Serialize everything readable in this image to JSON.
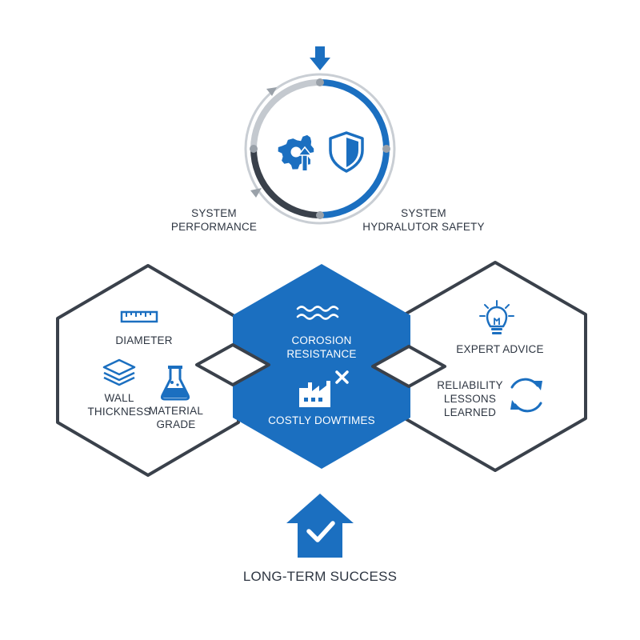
{
  "colors": {
    "blue": "#1b6fc0",
    "dark": "#3a414b",
    "grey": "#b9bfc6",
    "white": "#ffffff"
  },
  "cycle": {
    "left_label_line1": "SYSTEM",
    "left_label_line2": "PERFORMANCE",
    "right_label_line1": "SYSTEM",
    "right_label_line2": "HYDRALUTOR SAFETY",
    "icons": [
      "arrow-down-icon",
      "gear-arrow-icon",
      "shield-icon"
    ]
  },
  "hex_left": {
    "diameter": "DIAMETER",
    "wall_line1": "WALL",
    "wall_line2": "THICKNESS",
    "material_line1": "MATERIAL",
    "material_line2": "GRADE",
    "icons": [
      "ruler-icon",
      "layers-icon",
      "flask-icon"
    ]
  },
  "hex_center": {
    "corrosion_line1": "COROSION",
    "corrosion_line2": "RESISTANCE",
    "downtime": "COSTLY DOWTIMES",
    "icons": [
      "waves-icon",
      "factory-icon",
      "x-mark-icon"
    ]
  },
  "hex_right": {
    "expert": "EXPERT ADVICE",
    "reliability_line1": "RELIABILITY",
    "reliability_line2": "LESSONS",
    "reliability_line3": "LEARNED",
    "icons": [
      "lightbulb-icon",
      "refresh-icon"
    ]
  },
  "footer": {
    "success": "LONG-TERM SUCCESS",
    "icons": [
      "house-check-icon"
    ]
  }
}
